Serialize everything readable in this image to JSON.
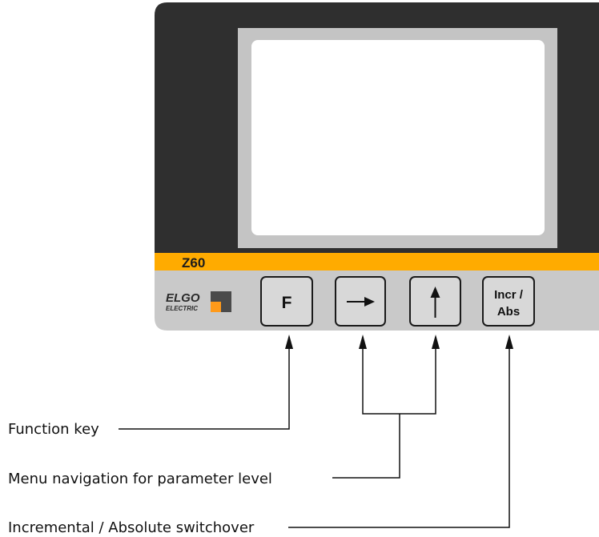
{
  "device": {
    "model_label": "Z60",
    "logo": {
      "name": "ELGO",
      "sub": "ELECTRIC"
    },
    "keys": [
      {
        "label": "F"
      },
      {
        "icon": "right-arrow-icon"
      },
      {
        "icon": "up-arrow-icon"
      },
      {
        "label_lines": [
          "Incr /",
          "Abs"
        ]
      }
    ]
  },
  "callouts": [
    {
      "text": "Function key"
    },
    {
      "text": "Menu navigation for parameter level"
    },
    {
      "text": "Incremental / Absolute switchover"
    }
  ],
  "colors": {
    "bezel": "#2f2f2f",
    "screen_frame": "#c4c4c4",
    "screen": "#ffffff",
    "strip": "#ffab00",
    "panel": "#c9c9c9",
    "logo_accent": "#ff9a1a"
  }
}
